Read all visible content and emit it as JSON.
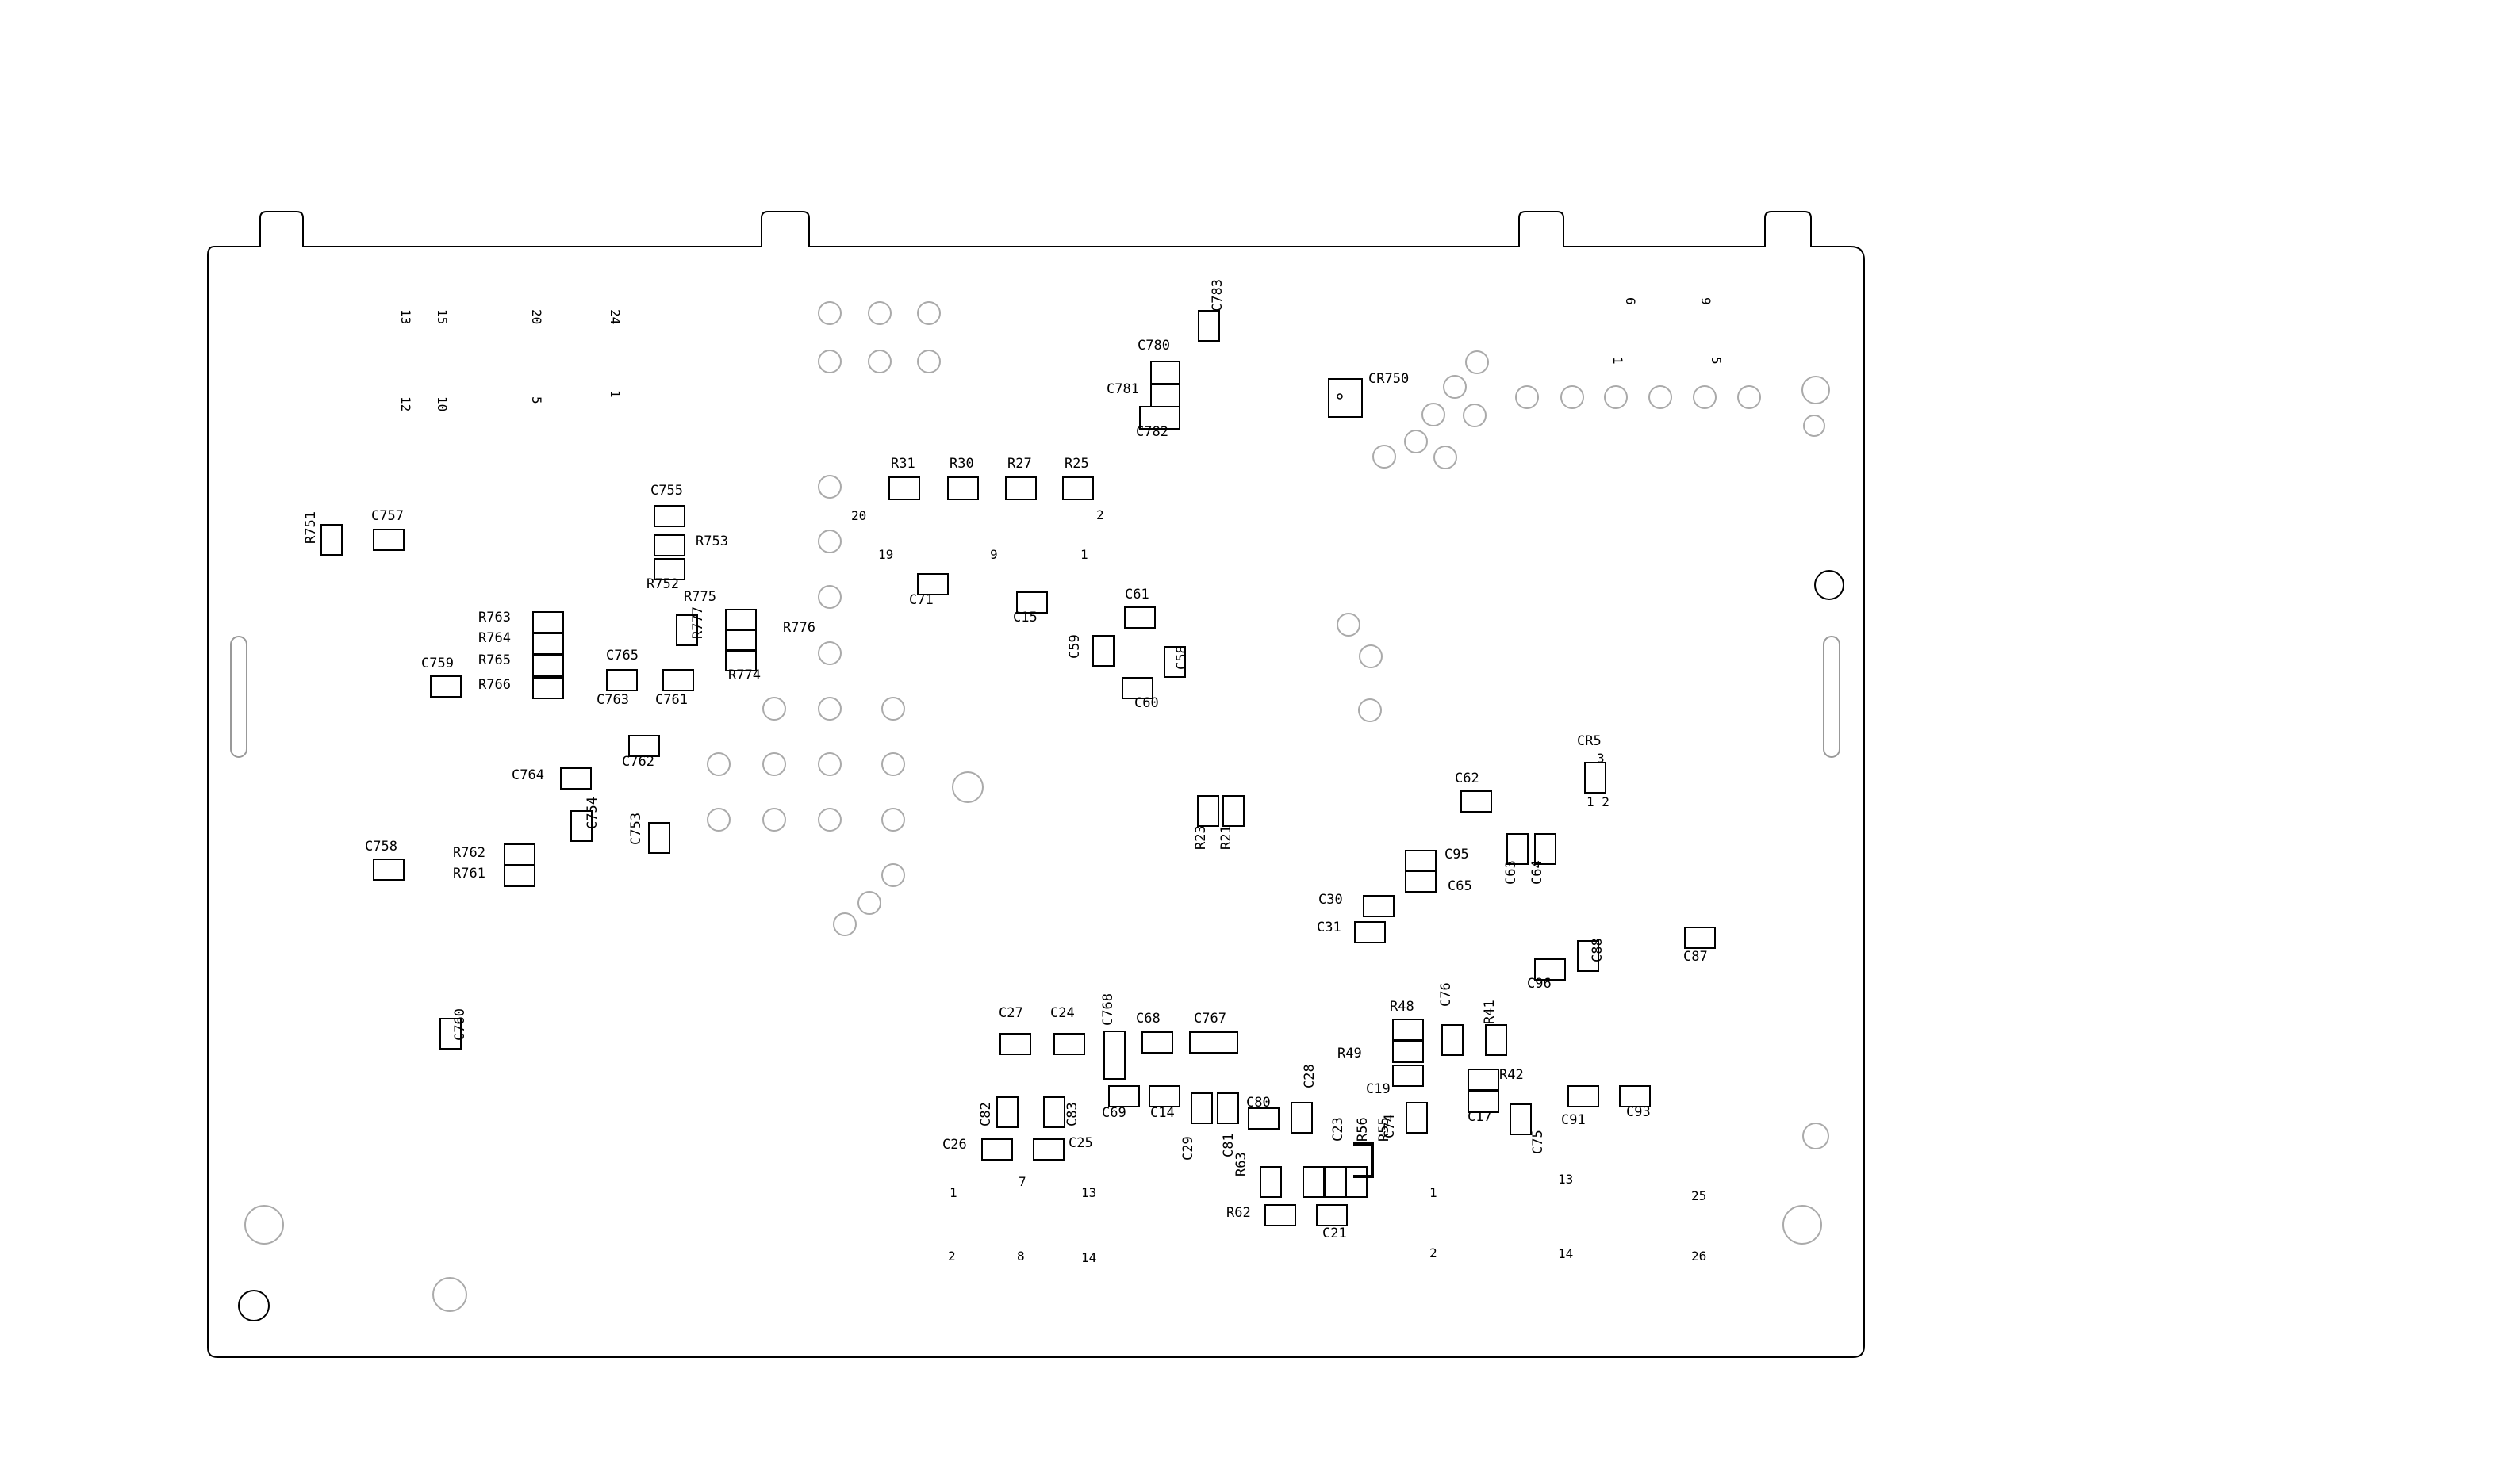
{
  "components": [
    {
      "ref": "C783",
      "rot": true
    },
    {
      "ref": "C780",
      "rot": false
    },
    {
      "ref": "C781",
      "rot": false
    },
    {
      "ref": "C782",
      "rot": false
    },
    {
      "ref": "CR750",
      "rot": false
    },
    {
      "ref": "R31",
      "rot": false
    },
    {
      "ref": "R30",
      "rot": false
    },
    {
      "ref": "R27",
      "rot": false
    },
    {
      "ref": "R25",
      "rot": false
    },
    {
      "ref": "C755",
      "rot": false
    },
    {
      "ref": "R753",
      "rot": false
    },
    {
      "ref": "R752",
      "rot": false
    },
    {
      "ref": "R751",
      "rot": true
    },
    {
      "ref": "C757",
      "rot": false
    },
    {
      "ref": "C71",
      "rot": false
    },
    {
      "ref": "C15",
      "rot": false
    },
    {
      "ref": "C61",
      "rot": false
    },
    {
      "ref": "C59",
      "rot": true
    },
    {
      "ref": "C58",
      "rot": true
    },
    {
      "ref": "C60",
      "rot": false
    },
    {
      "ref": "R775",
      "rot": false
    },
    {
      "ref": "R777",
      "rot": true
    },
    {
      "ref": "R776",
      "rot": false
    },
    {
      "ref": "R774",
      "rot": false
    },
    {
      "ref": "R763",
      "rot": false
    },
    {
      "ref": "R764",
      "rot": false
    },
    {
      "ref": "R765",
      "rot": false
    },
    {
      "ref": "R766",
      "rot": false
    },
    {
      "ref": "C759",
      "rot": false
    },
    {
      "ref": "C765",
      "rot": false
    },
    {
      "ref": "C763",
      "rot": false
    },
    {
      "ref": "C761",
      "rot": false
    },
    {
      "ref": "C762",
      "rot": false
    },
    {
      "ref": "C764",
      "rot": false
    },
    {
      "ref": "C754",
      "rot": true
    },
    {
      "ref": "C753",
      "rot": true
    },
    {
      "ref": "C758",
      "rot": false
    },
    {
      "ref": "R762",
      "rot": false
    },
    {
      "ref": "R761",
      "rot": false
    },
    {
      "ref": "C760",
      "rot": true
    },
    {
      "ref": "R23",
      "rot": true
    },
    {
      "ref": "R21",
      "rot": true
    },
    {
      "ref": "CR5",
      "rot": false
    },
    {
      "ref": "C62",
      "rot": false
    },
    {
      "ref": "C95",
      "rot": false
    },
    {
      "ref": "C65",
      "rot": false
    },
    {
      "ref": "C63",
      "rot": true
    },
    {
      "ref": "C64",
      "rot": true
    },
    {
      "ref": "C30",
      "rot": false
    },
    {
      "ref": "C31",
      "rot": false
    },
    {
      "ref": "C88",
      "rot": true
    },
    {
      "ref": "C87",
      "rot": false
    },
    {
      "ref": "C96",
      "rot": false
    },
    {
      "ref": "C27",
      "rot": false
    },
    {
      "ref": "C24",
      "rot": false
    },
    {
      "ref": "C768",
      "rot": true
    },
    {
      "ref": "C68",
      "rot": false
    },
    {
      "ref": "C767",
      "rot": false
    },
    {
      "ref": "C76",
      "rot": true
    },
    {
      "ref": "R48",
      "rot": false
    },
    {
      "ref": "R41",
      "rot": true
    },
    {
      "ref": "R49",
      "rot": false
    },
    {
      "ref": "C28",
      "rot": true
    },
    {
      "ref": "R42",
      "rot": false
    },
    {
      "ref": "C19",
      "rot": false
    },
    {
      "ref": "C74",
      "rot": true
    },
    {
      "ref": "C17",
      "rot": false
    },
    {
      "ref": "C75",
      "rot": true
    },
    {
      "ref": "C91",
      "rot": false
    },
    {
      "ref": "C93",
      "rot": false
    },
    {
      "ref": "C82",
      "rot": true
    },
    {
      "ref": "C83",
      "rot": true
    },
    {
      "ref": "C69",
      "rot": false
    },
    {
      "ref": "C14",
      "rot": false
    },
    {
      "ref": "C29",
      "rot": true
    },
    {
      "ref": "C81",
      "rot": true
    },
    {
      "ref": "C80",
      "rot": false
    },
    {
      "ref": "C23",
      "rot": true
    },
    {
      "ref": "R56",
      "rot": true
    },
    {
      "ref": "R55",
      "rot": true
    },
    {
      "ref": "C26",
      "rot": false
    },
    {
      "ref": "C25",
      "rot": false
    },
    {
      "ref": "R63",
      "rot": true
    },
    {
      "ref": "R62",
      "rot": false
    },
    {
      "ref": "C21",
      "rot": false
    }
  ],
  "pins": [
    {
      "t": "13",
      "rot": true
    },
    {
      "t": "15",
      "rot": true
    },
    {
      "t": "20",
      "rot": true
    },
    {
      "t": "24",
      "rot": true
    },
    {
      "t": "12",
      "rot": true
    },
    {
      "t": "10",
      "rot": true
    },
    {
      "t": "5",
      "rot": true
    },
    {
      "t": "1",
      "rot": true
    },
    {
      "t": "6",
      "rot": true
    },
    {
      "t": "9",
      "rot": true
    },
    {
      "t": "1",
      "rot": true
    },
    {
      "t": "5",
      "rot": true
    },
    {
      "t": "20",
      "rot": false
    },
    {
      "t": "2",
      "rot": false
    },
    {
      "t": "19",
      "rot": false
    },
    {
      "t": "9",
      "rot": false
    },
    {
      "t": "1",
      "rot": false
    },
    {
      "t": "3",
      "rot": false
    },
    {
      "t": "1 2",
      "rot": false
    },
    {
      "t": "1",
      "rot": false
    },
    {
      "t": "7",
      "rot": false
    },
    {
      "t": "13",
      "rot": false
    },
    {
      "t": "2",
      "rot": false
    },
    {
      "t": "8",
      "rot": false
    },
    {
      "t": "14",
      "rot": false
    },
    {
      "t": "1",
      "rot": false
    },
    {
      "t": "13",
      "rot": false
    },
    {
      "t": "2",
      "rot": false
    },
    {
      "t": "14",
      "rot": false
    },
    {
      "t": "25",
      "rot": false
    },
    {
      "t": "26",
      "rot": false
    }
  ]
}
